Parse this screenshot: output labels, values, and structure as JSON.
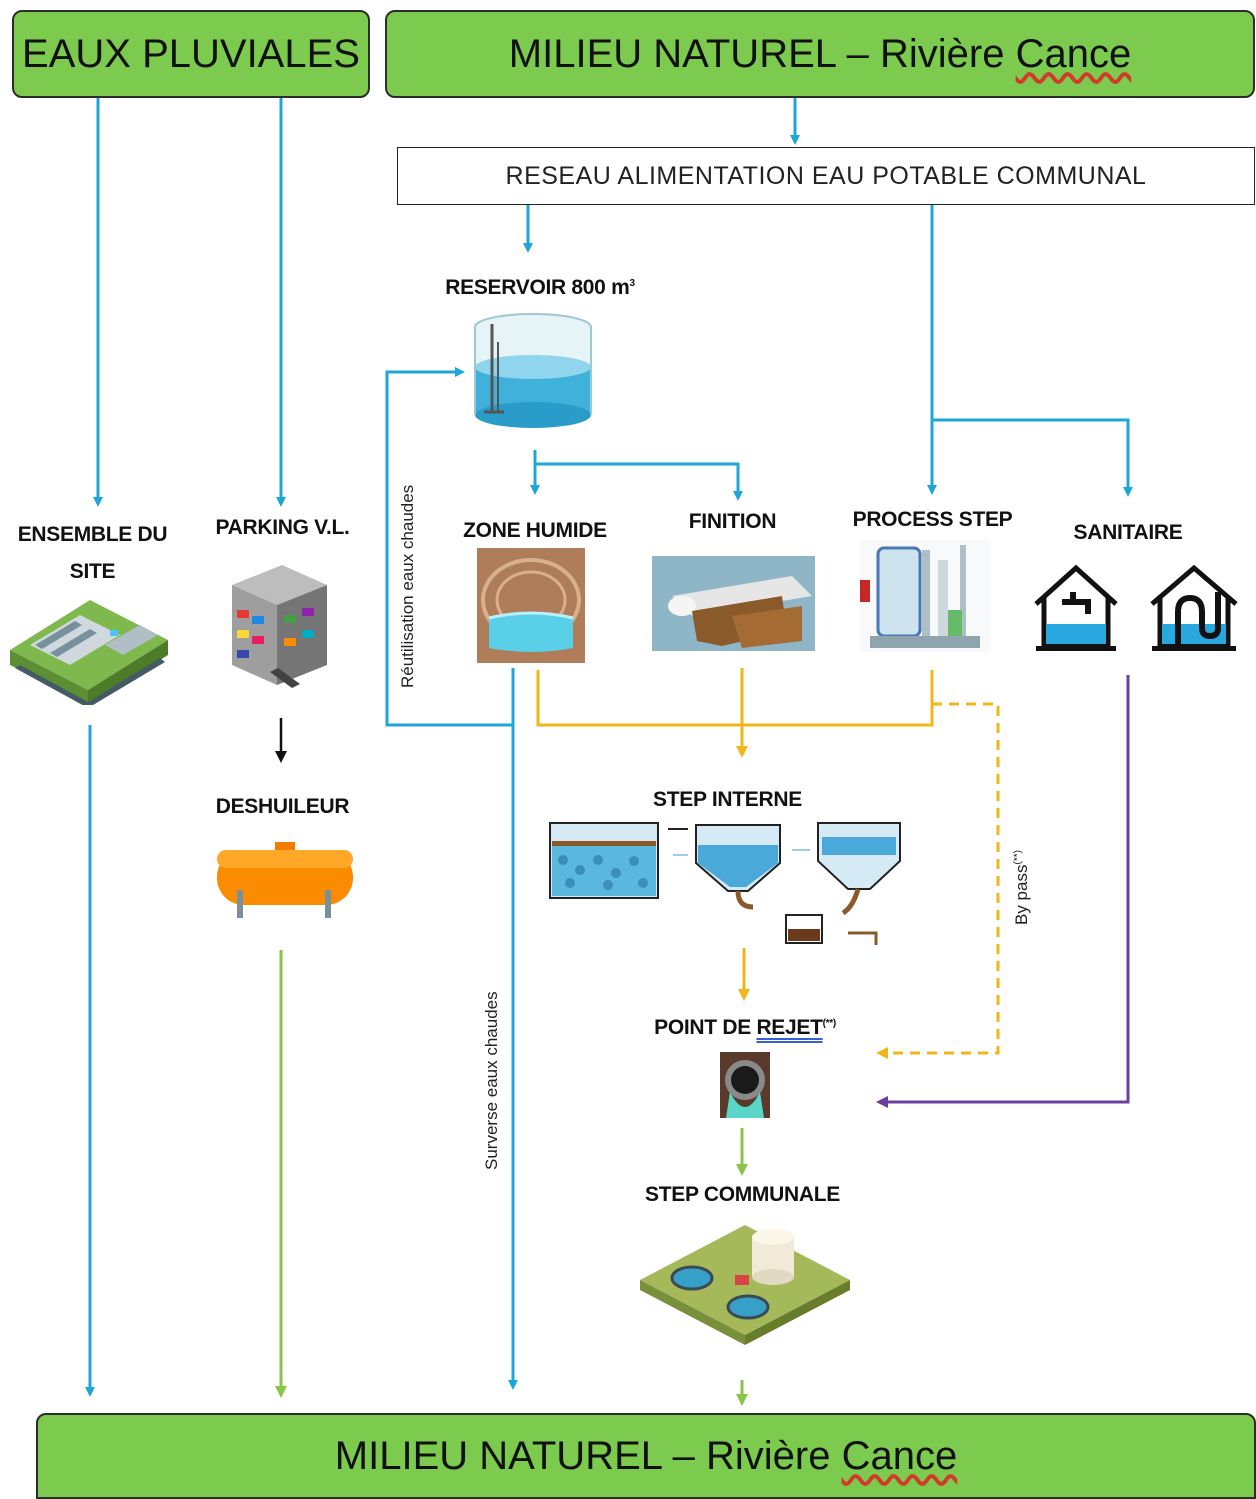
{
  "header": {
    "eaux_pluviales": "EAUX PLUVIALES",
    "milieu_top": "MILIEU NATUREL – Rivière ",
    "milieu_top_word": "Cance"
  },
  "reseau": "RESEAU ALIMENTATION EAU POTABLE COMMUNAL",
  "nodes": {
    "reservoir": "RESERVOIR 800 m",
    "reservoir_sup": "3",
    "ensemble_1": "ENSEMBLE DU",
    "ensemble_2": "SITE",
    "parking": "PARKING V.L.",
    "zone_humide": "ZONE HUMIDE",
    "finition": "FINITION",
    "process_step": "PROCESS STEP",
    "sanitaire": "SANITAIRE",
    "deshuileur": "DESHUILEUR",
    "step_interne": "STEP INTERNE",
    "point_rejet": "POINT DE ",
    "point_rejet_word": "REJET",
    "point_rejet_sup": "(**)",
    "step_communale": "STEP COMMUNALE"
  },
  "edge_labels": {
    "reutilisation": "Réutilisation eaux chaudes",
    "surverse": "Surverse eaux chaudes",
    "bypass": "By pass",
    "bypass_sup": "(**)"
  },
  "footer": {
    "milieu_bottom": "MILIEU NATUREL – Rivière ",
    "milieu_bottom_word": "Cance"
  },
  "colors": {
    "green_box": "#7ccb4f",
    "blue_flow": "#1fa6d8",
    "yellow_flow": "#f2b619",
    "purple_flow": "#6b3fa0",
    "green_flow": "#8cc34a"
  }
}
